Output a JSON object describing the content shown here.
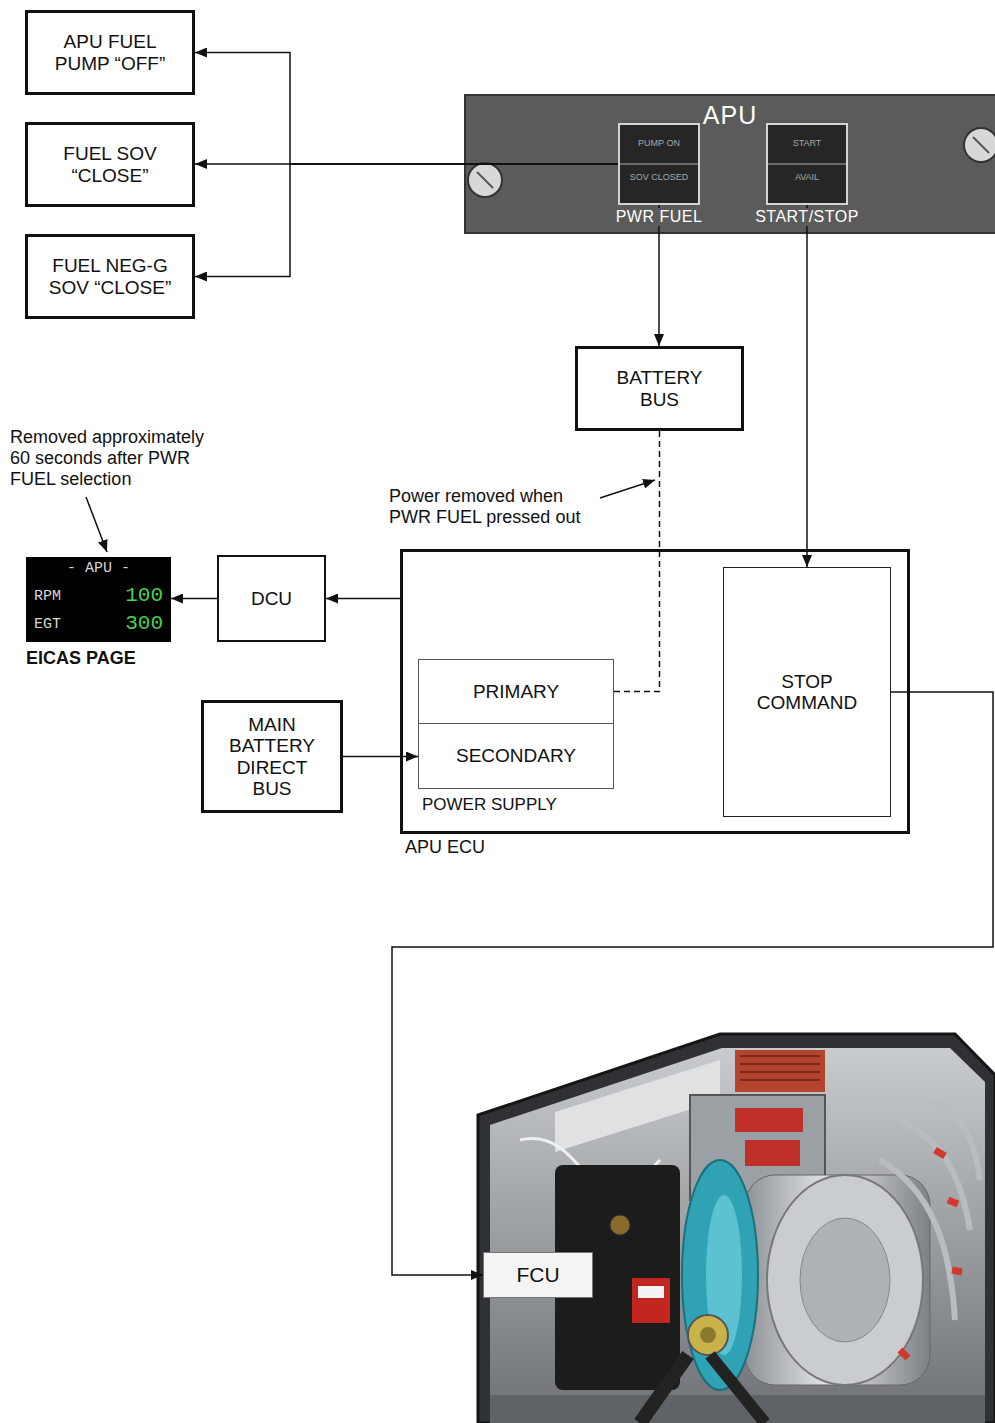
{
  "diagram": {
    "nodes": [
      {
        "text": [
          "APU FUEL PUMP “OFF”"
        ]
      },
      {
        "text": [
          "FUEL SOV “CLOSE”"
        ]
      },
      {
        "text": [
          "FUEL NEG-G SOV “CLOSE”"
        ]
      },
      {
        "text": [
          "APU"
        ]
      },
      {
        "text": [
          "PUMP ON",
          "SOV CLOSED",
          "PWR FUEL"
        ],
        "in": 3
      },
      {
        "text": [
          "START",
          "AVAIL",
          "START/STOP"
        ],
        "in": 3
      },
      {
        "text": [
          "BATTERY BUS"
        ]
      },
      {
        "text": [
          "APU ECU"
        ]
      },
      {
        "text": [
          "POWER SUPPLY"
        ],
        "in": 7
      },
      {
        "text": [
          "PRIMARY"
        ],
        "in": 8
      },
      {
        "text": [
          "SECONDARY"
        ],
        "in": 8
      },
      {
        "text": [
          "STOP COMMAND"
        ],
        "in": 7
      },
      {
        "text": [
          "DCU"
        ]
      },
      {
        "text": [
          "- APU -",
          "RPM",
          "100",
          "EGT",
          "300",
          "EICAS PAGE"
        ]
      },
      {
        "text": [
          "MAIN BATTERY DIRECT BUS"
        ]
      },
      {
        "text": [
          "FCU"
        ]
      }
    ],
    "edges": [
      {
        "from": 4,
        "to": 0,
        "arrow": "to"
      },
      {
        "from": 4,
        "to": 1,
        "arrow": "to"
      },
      {
        "from": 4,
        "to": 2,
        "arrow": "to"
      },
      {
        "from": 4,
        "to": 6,
        "arrow": "to"
      },
      {
        "from": 6,
        "to": 9,
        "arrow": "none"
      },
      {
        "from": 5,
        "to": 11,
        "arrow": "to"
      },
      {
        "from": 11,
        "to": 15,
        "arrow": "to"
      },
      {
        "from": 7,
        "to": 12,
        "arrow": "to"
      },
      {
        "from": 12,
        "to": 13,
        "arrow": "to"
      },
      {
        "from": 14,
        "to": 10,
        "arrow": "to"
      }
    ],
    "labels": [
      "Removed approximately 60 seconds after PWR FUEL selection",
      "Power removed when PWR FUEL pressed out"
    ]
  }
}
